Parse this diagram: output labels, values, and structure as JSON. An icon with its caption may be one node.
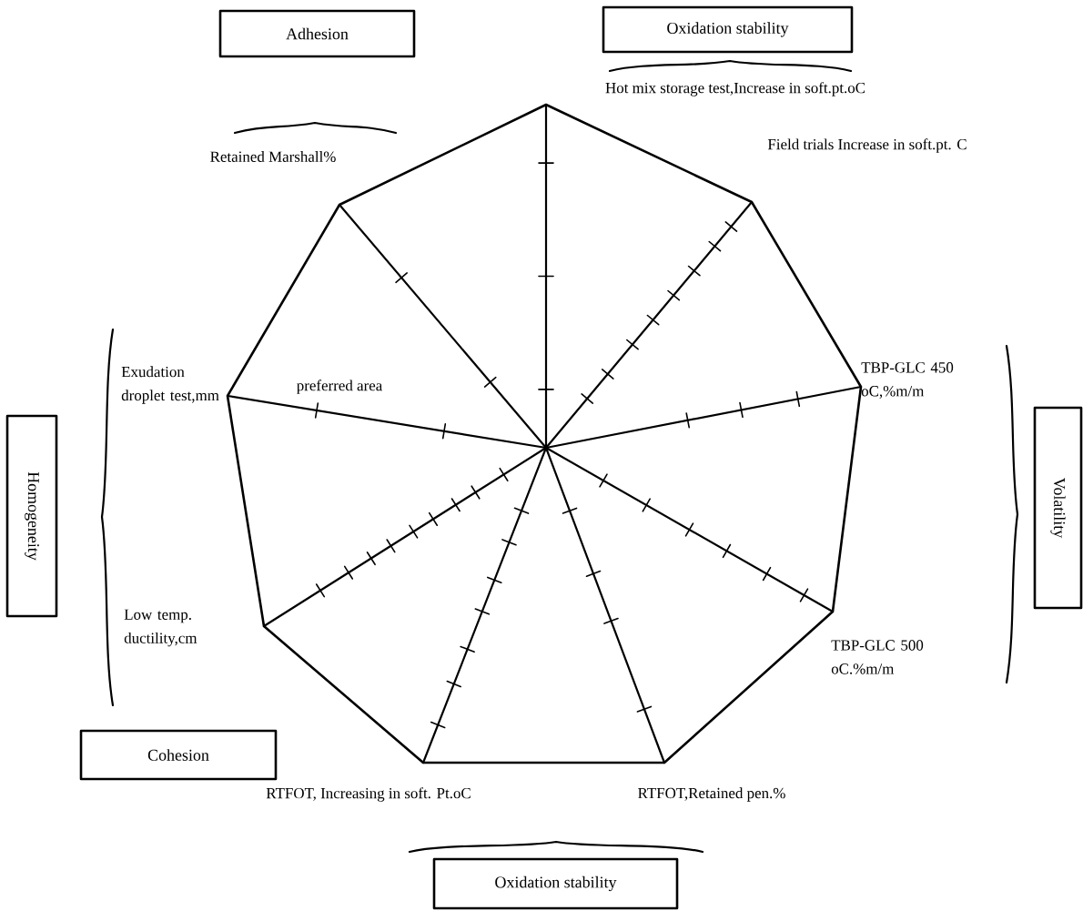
{
  "diagram": {
    "nodes": [
      {
        "text": [
          "Adhesion"
        ]
      },
      {
        "text": [
          "Oxidation stability"
        ]
      },
      {
        "text": [
          "Homogeneity"
        ]
      },
      {
        "text": [
          "Volatility"
        ]
      },
      {
        "text": [
          "Cohesion"
        ]
      },
      {
        "text": [
          "Oxidation stability"
        ]
      }
    ],
    "labels": [
      "Hot mix storage test,Increase in soft.pt.oC",
      "Retained Marshall%",
      "Field trials Increase in soft.pt. C",
      "preferred area",
      "Exudation droplet test,mm",
      "TBP-GLC 450 oC,%m/m",
      "Low temp. ductility,cm",
      "TBP-GLC 500 oC.%m/m",
      "RTFOT, Increasing in soft. Pt.oC",
      "RTFOT,Retained pen.%"
    ]
  }
}
